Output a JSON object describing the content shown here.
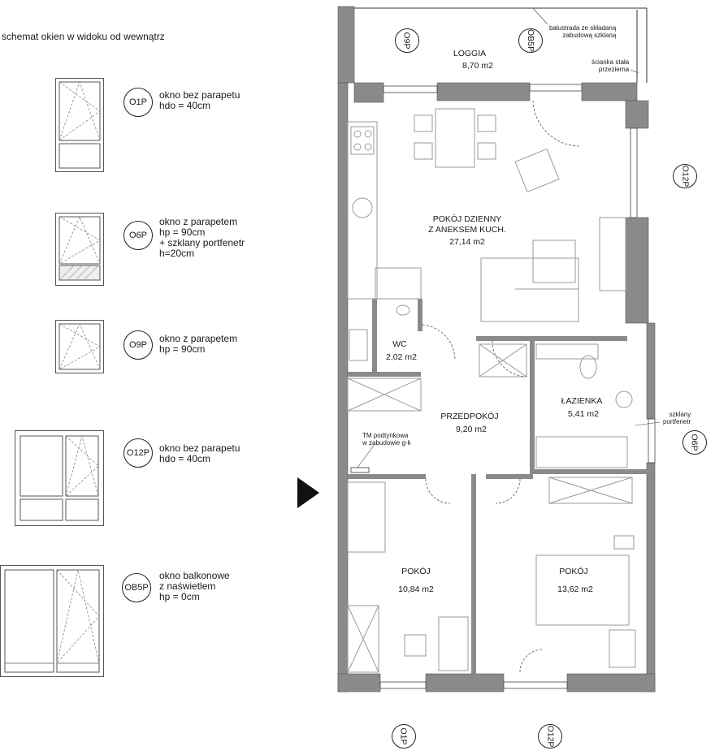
{
  "legend": {
    "title": "schemat okien w widoku od wewnątrz",
    "items": [
      {
        "code": "O1P",
        "desc": "okno bez parapetu\nhdo = 40cm"
      },
      {
        "code": "O6P",
        "desc": "okno z parapetem\nhp = 90cm\n+ szklany portfenetr\nh=20cm"
      },
      {
        "code": "O9P",
        "desc": "okno z parapetem\nhp = 90cm"
      },
      {
        "code": "O12P",
        "desc": "okno bez parapetu\nhdo = 40cm"
      },
      {
        "code": "OB5P",
        "desc": "okno balkonowe\nz naświetlem\nhp = 0cm"
      }
    ]
  },
  "rooms": {
    "loggia": {
      "name": "LOGGIA",
      "area": "8,70 m2"
    },
    "living": {
      "name": "POKÓJ DZIENNY\nZ ANEKSEM KUCH.",
      "area": "27,14 m2"
    },
    "wc": {
      "name": "WC",
      "area": "2,02 m2"
    },
    "hall": {
      "name": "PRZEDPOKÓJ",
      "area": "9,20 m2"
    },
    "bathroom": {
      "name": "ŁAZIENKA",
      "area": "5,41 m2"
    },
    "room1": {
      "name": "POKÓJ",
      "area": "10,84 m2"
    },
    "room2": {
      "name": "POKÓJ",
      "area": "13,62 m2"
    }
  },
  "notes": {
    "balustrade": "balustrada ze składaną\nzabudową szklaną",
    "partition": "ścianka stała\nprzezierna",
    "portfenetr": "szklany\nportfenetr",
    "tm": "TM podtynkowa\nw zabudowie g-k"
  },
  "plan_tags": {
    "o9p": "O9P",
    "ob5p": "OB5P",
    "o12p_right": "O12P",
    "o6p": "O6P",
    "o1p": "O1P",
    "o12p_bottom": "O12P"
  },
  "colors": {
    "wall": "#8a8a8a",
    "line": "#333333",
    "furniture": "#9a9a9a"
  }
}
